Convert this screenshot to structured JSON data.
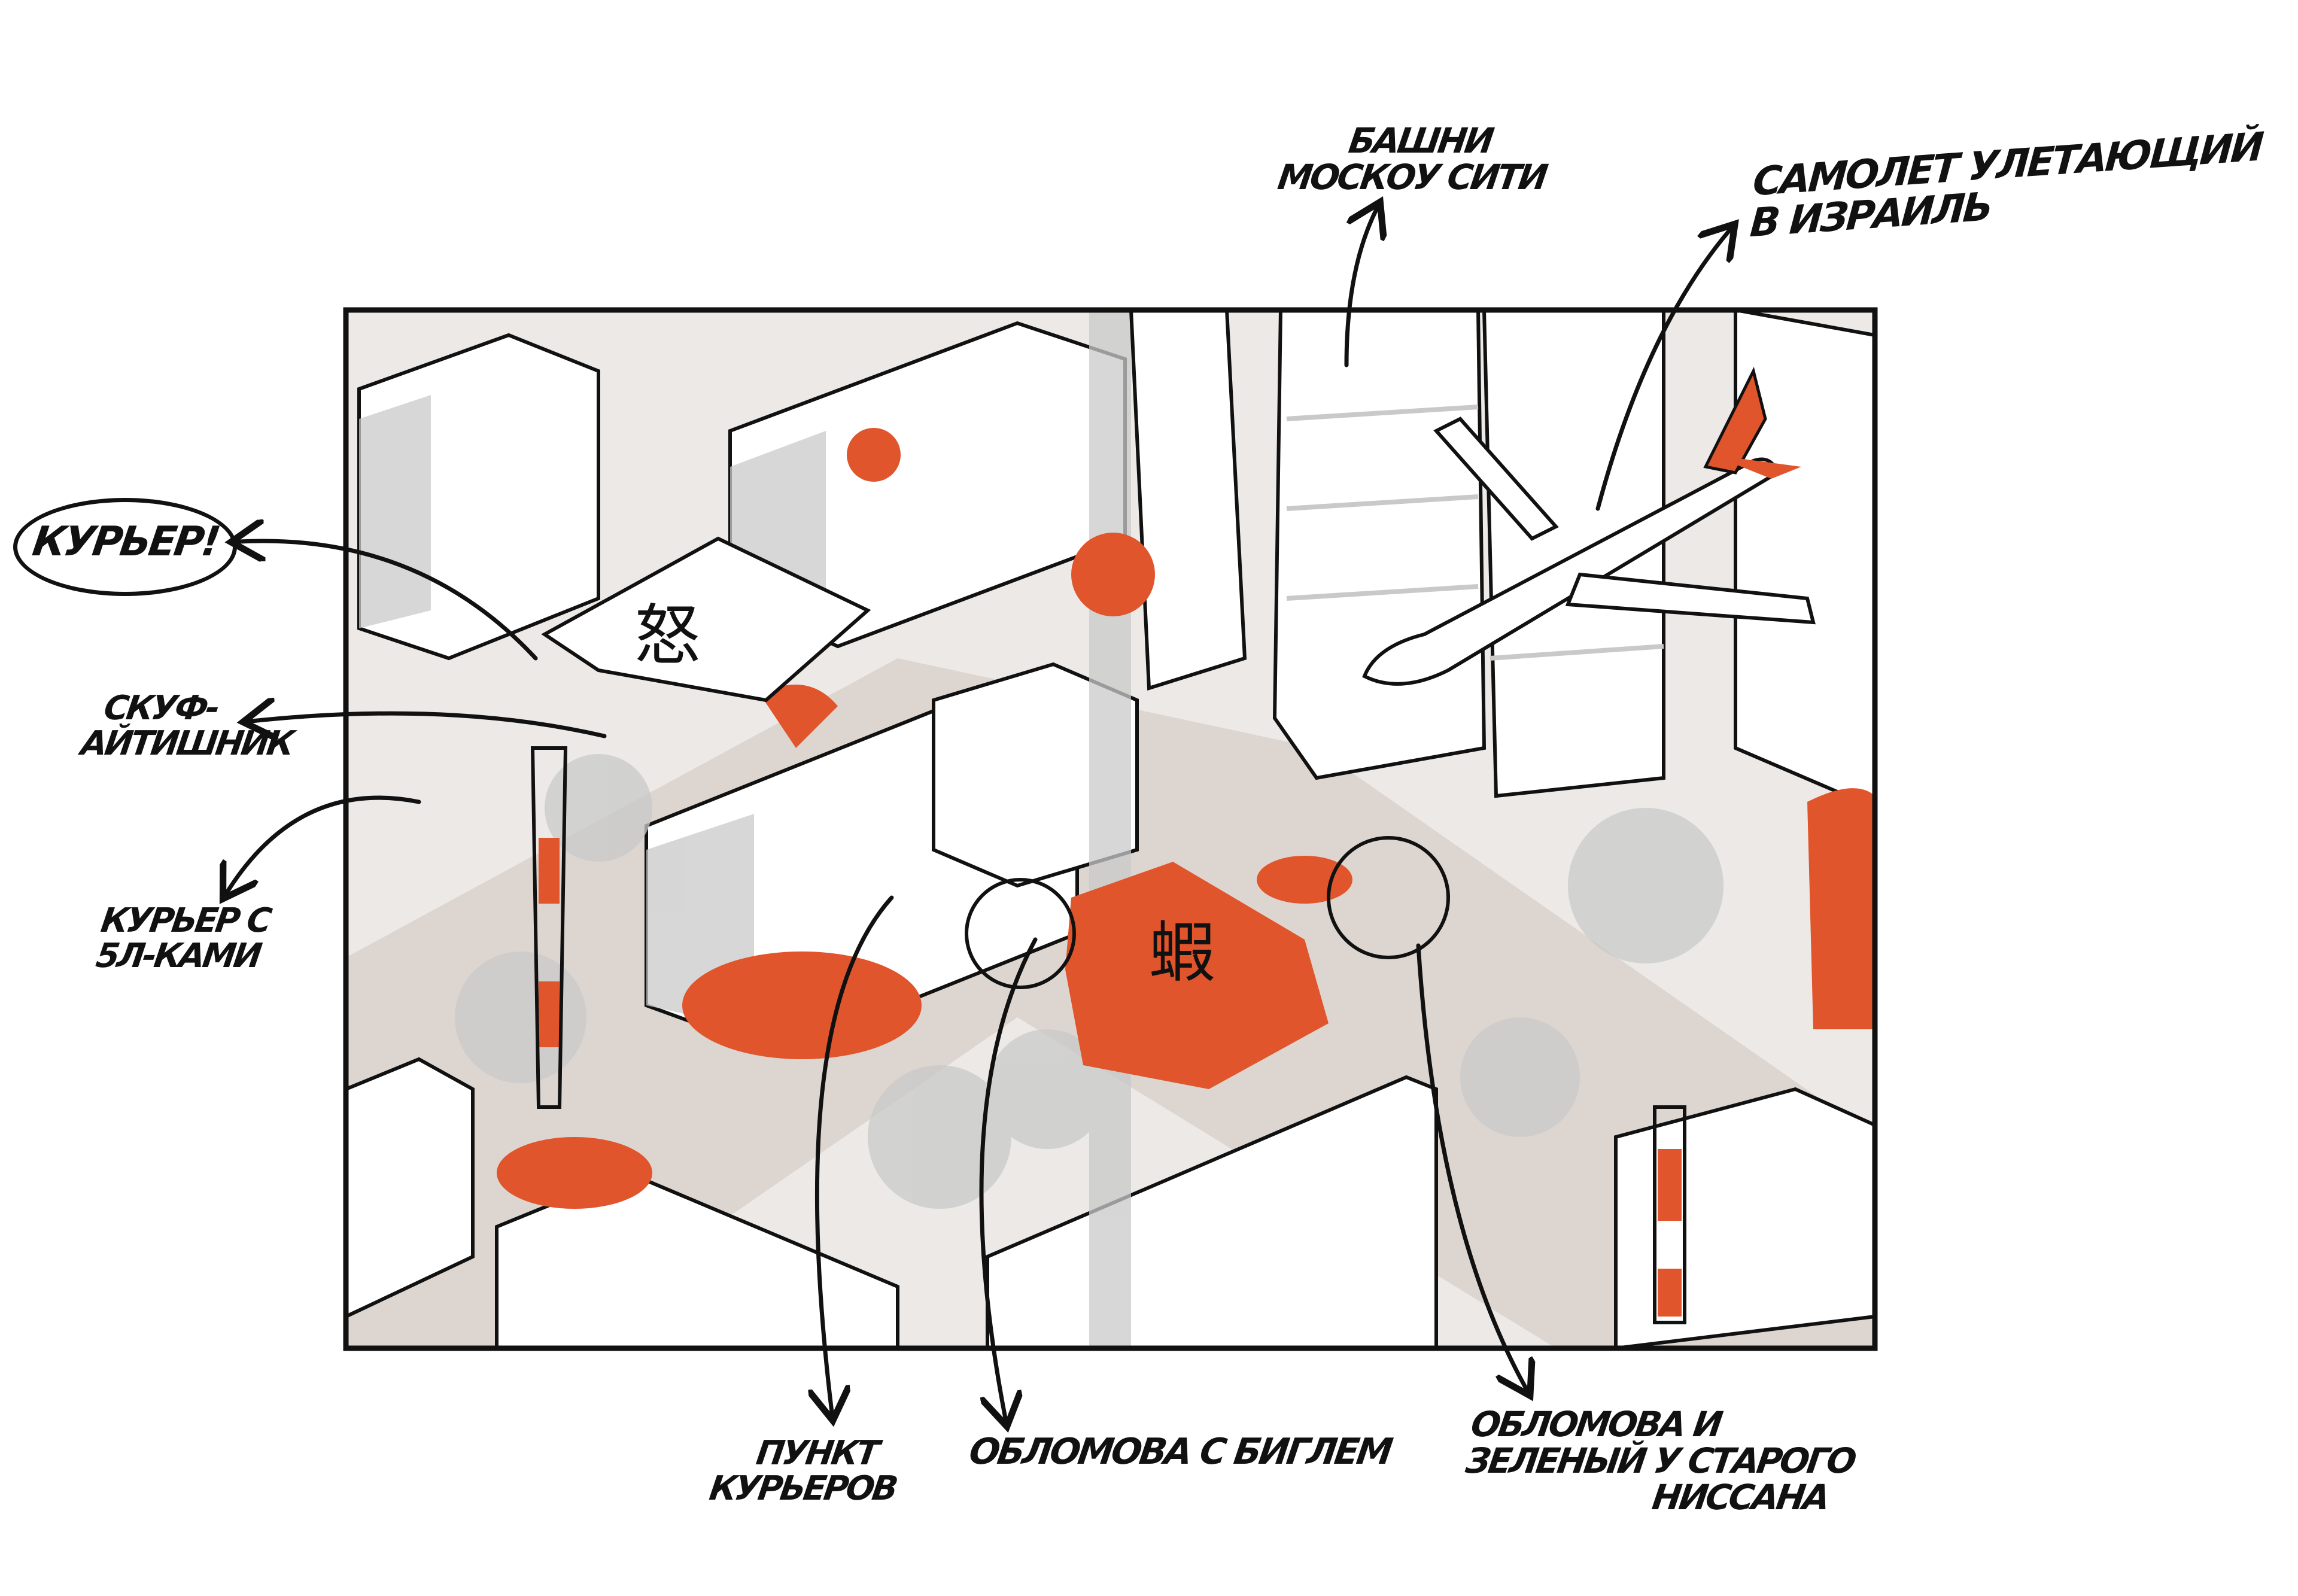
{
  "annotations": {
    "towers": {
      "line1": "Башни",
      "line2": "Москоу сити"
    },
    "plane": {
      "line1": "Самолет улетающий",
      "line2": "в Израиль"
    },
    "courier": "Курьер!",
    "skuf": {
      "line1": "Скуф-",
      "line2": "айтишник"
    },
    "courier_bottles": {
      "line1": "Курьер с",
      "line2": "5л-ками"
    },
    "courier_point": {
      "line1": "Пункт",
      "line2": "курьеров"
    },
    "oblomova_beagle": "Обломова с биглем",
    "oblomova_nissan": {
      "line1": "Обломова и",
      "line2": "зеленый у старого",
      "line3": "ниссана"
    }
  },
  "colors": {
    "accent": "#e0552b",
    "shade": "#c9c9c9",
    "ground": "#ddd6d0",
    "ink": "#111111"
  }
}
